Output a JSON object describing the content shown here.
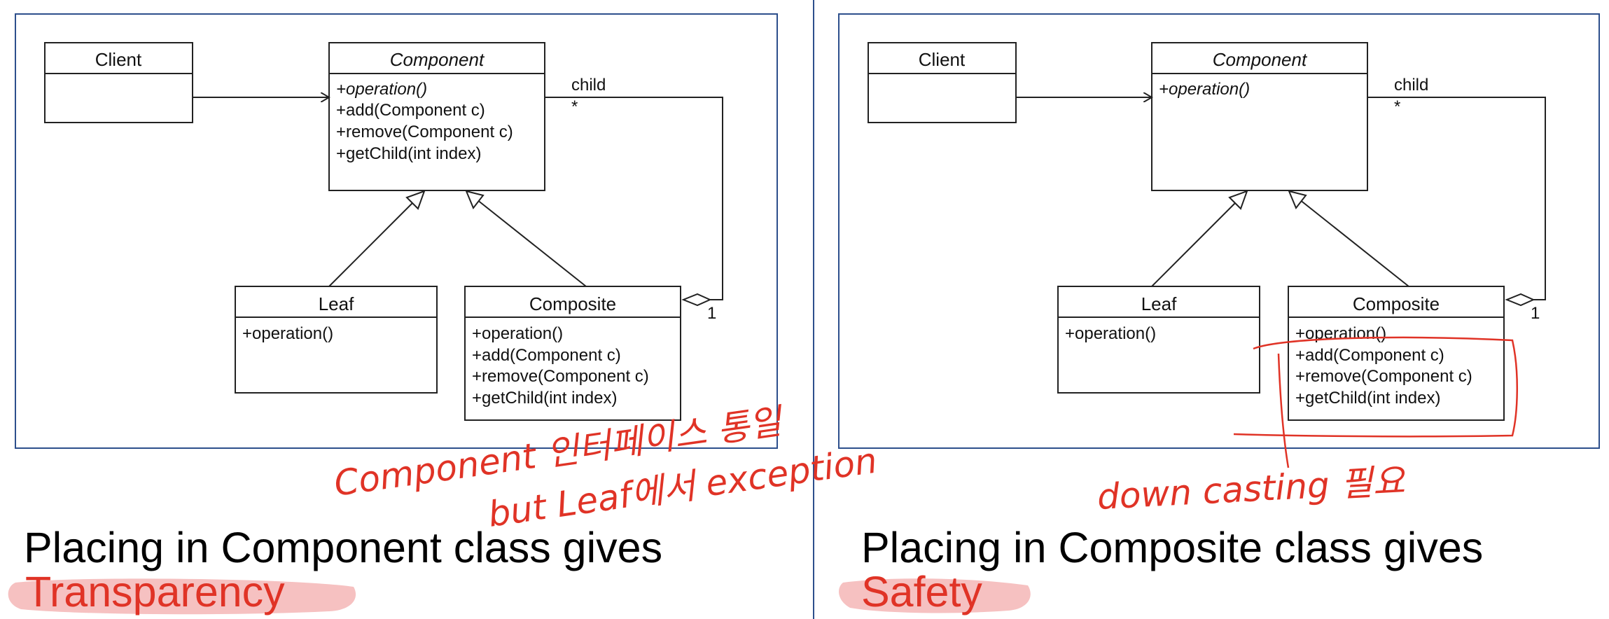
{
  "colors": {
    "frame_border": "#2d4f8c",
    "divider": "#2d4f8c",
    "annotation_red": "#e03326",
    "highlight_pink": "#f5b6b6",
    "uml_stroke": "#222222"
  },
  "left_diagram": {
    "client": {
      "title": "Client"
    },
    "component": {
      "title": "Component",
      "operations": [
        "+operation()",
        "+add(Component c)",
        "+remove(Component c)",
        "+getChild(int index)"
      ]
    },
    "leaf": {
      "title": "Leaf",
      "operations": [
        "+operation()"
      ]
    },
    "composite": {
      "title": "Composite",
      "operations": [
        "+operation()",
        "+add(Component c)",
        "+remove(Component c)",
        "+getChild(int index)"
      ]
    },
    "association": {
      "role": "child",
      "many": "*",
      "one": "1"
    }
  },
  "right_diagram": {
    "client": {
      "title": "Client"
    },
    "component": {
      "title": "Component",
      "operations": [
        "+operation()"
      ]
    },
    "leaf": {
      "title": "Leaf",
      "operations": [
        "+operation()"
      ]
    },
    "composite": {
      "title": "Composite",
      "operations": [
        "+operation()",
        "+add(Component c)",
        "+remove(Component c)",
        "+getChild(int index)"
      ]
    },
    "association": {
      "role": "child",
      "many": "*",
      "one": "1"
    }
  },
  "captions": {
    "left": {
      "line1": "Placing in Component class gives",
      "highlight": "Transparency"
    },
    "right": {
      "line1": "Placing in Composite class gives",
      "highlight": "Safety"
    }
  },
  "annotations": {
    "left_line1": "Component 인터페이스 통일",
    "left_line2": "but Leaf에서 exception",
    "right_line1": "down casting 필요"
  }
}
